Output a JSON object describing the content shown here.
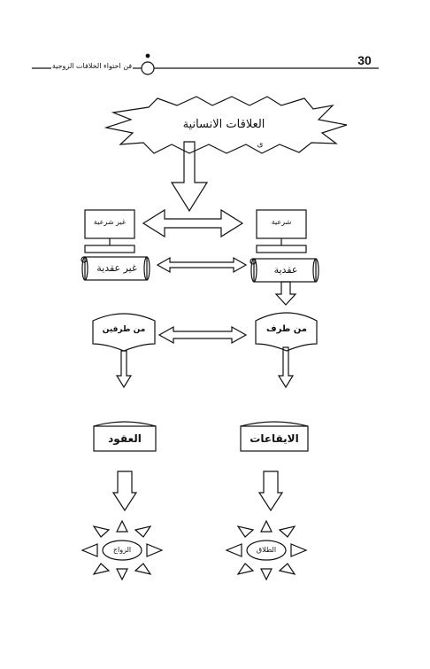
{
  "header": {
    "page_number": "30",
    "running_title": "فن احتواء الخلافات الزوجية"
  },
  "diagram": {
    "root": "العلاقات الانسانية",
    "root_note": "ى",
    "left_screen": "غير شرعية",
    "right_screen": "شرعية",
    "left_scroll": "غير عقدية",
    "right_scroll": "عقدية",
    "left_shield": "من طرفين",
    "right_shield": "من طرف",
    "left_box": "العقود",
    "right_box": "الايقاعات",
    "left_sun": "الزواج",
    "right_sun": "الطلاق"
  }
}
